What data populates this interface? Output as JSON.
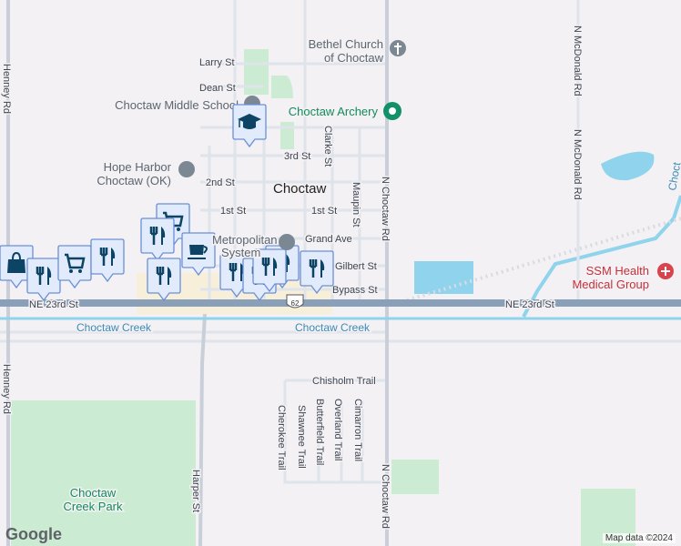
{
  "map": {
    "town_label": "Choctaw",
    "streets": {
      "henney_rd": "Henney Rd",
      "larry_st": "Larry St",
      "dean_st": "Dean St",
      "third_st": "3rd St",
      "second_st": "2nd St",
      "first_st": "1st St",
      "grand_ave": "Grand Ave",
      "gilbert_st": "Gilbert St",
      "bypass_st": "Bypass St",
      "ne_23rd_st": "NE 23rd St",
      "clarke_st": "Clarke St",
      "maupin_st": "Maupin St",
      "n_choctaw_rd": "N Choctaw Rd",
      "n_mcdonald_rd": "N McDonald Rd",
      "harper_st": "Harper St",
      "chisholm_trail": "Chisholm Trail",
      "cherokee_trail": "Cherokee Trail",
      "shawnee_trail": "Shawnee Trail",
      "butterfield_trail": "Butterfield Trail",
      "overland_trail": "Overland Trail",
      "cimarron_trail": "Cimarron Trail",
      "route_shield": "62"
    },
    "waterways": {
      "choctaw_creek": "Choctaw Creek",
      "choctaw_edge": "Choct"
    },
    "places": {
      "bethel_church": [
        "Bethel Church",
        "of Choctaw"
      ],
      "choctaw_middle_school": "Choctaw Middle School",
      "choctaw_archery": "Choctaw Archery",
      "hope_harbor": [
        "Hope Harbor",
        "Choctaw (OK)"
      ],
      "metropolitan": [
        "Metropolitan",
        "System"
      ],
      "ssm_health": [
        "SSM Health",
        "Medical Group"
      ],
      "choctaw_creek_park": [
        "Choctaw",
        "Creek Park"
      ]
    },
    "markers": [
      {
        "type": "shopping-bag-icon"
      },
      {
        "type": "restaurant-icon"
      },
      {
        "type": "shopping-cart-icon"
      },
      {
        "type": "restaurant-icon"
      },
      {
        "type": "shopping-cart-icon"
      },
      {
        "type": "restaurant-icon"
      },
      {
        "type": "restaurant-icon"
      },
      {
        "type": "coffee-icon"
      },
      {
        "type": "restaurant-icon"
      },
      {
        "type": "restaurant-icon"
      },
      {
        "type": "restaurant-icon"
      },
      {
        "type": "restaurant-icon"
      },
      {
        "type": "restaurant-icon"
      },
      {
        "type": "school-icon"
      }
    ],
    "colors": {
      "highway": "#8aa0b8",
      "park": "#cbebd3",
      "water": "#8fd4ec",
      "commercial": "#f7efd9",
      "marker_fill": "#e2ebfc",
      "marker_icon": "#0d4466"
    }
  },
  "footer": {
    "logo": "Google",
    "attribution": "Map data ©2024"
  }
}
